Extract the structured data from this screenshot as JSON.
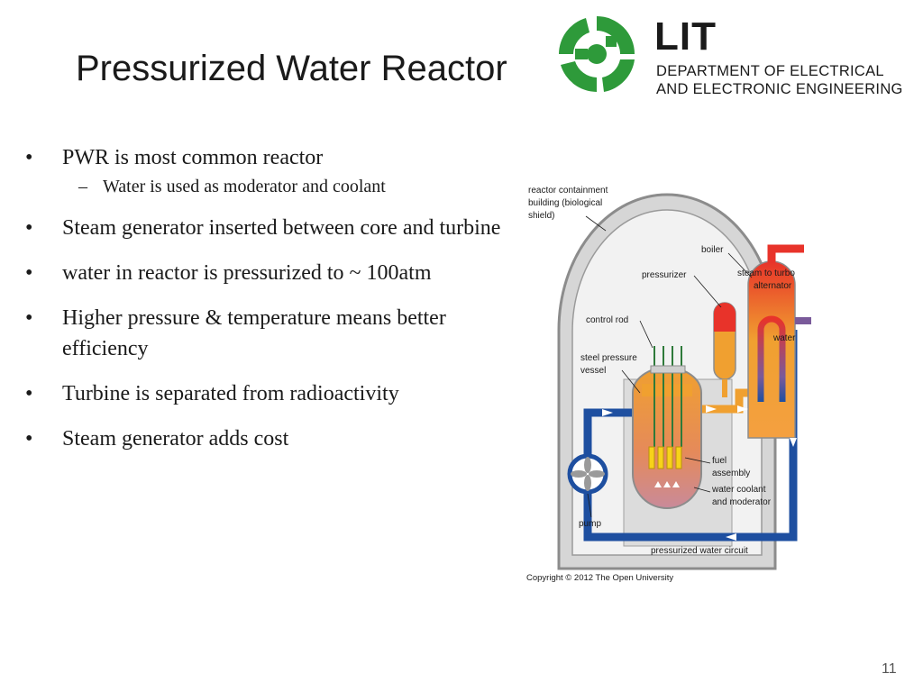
{
  "slide": {
    "title": "Pressurized Water Reactor",
    "page_number": "11"
  },
  "logo": {
    "brand": "LIT",
    "line1": "DEPARTMENT OF ELECTRICAL",
    "line2": "AND ELECTRONIC ENGINEERING",
    "green": "#2e9a3a"
  },
  "bullets": [
    {
      "text": "PWR is most common reactor",
      "sub": "Water is used as moderator and coolant"
    },
    {
      "text": "Steam generator inserted between core and turbine"
    },
    {
      "text": "water in reactor is pressurized to ~ 100atm"
    },
    {
      "text": "Higher pressure & temperature means better efficiency"
    },
    {
      "text": "Turbine is separated from radioactivity"
    },
    {
      "text": "Steam generator adds cost"
    }
  ],
  "diagram": {
    "labels": {
      "containment_1": "reactor containment",
      "containment_2": "building (biological",
      "containment_3": "shield)",
      "boiler": "boiler",
      "steam_1": "steam to turbo",
      "steam_2": "alternator",
      "pressurizer": "pressurizer",
      "control_rod": "control rod",
      "water": "water",
      "vessel_1": "steel pressure",
      "vessel_2": "vessel",
      "fuel_1": "fuel",
      "fuel_2": "assembly",
      "coolant_1": "water coolant",
      "coolant_2": "and moderator",
      "pump": "pump",
      "circuit": "pressurized water circuit"
    },
    "copyright": "Copyright © 2012 The Open University",
    "colors": {
      "hot": "#e03a2a",
      "warm": "#f0a030",
      "cold": "#1e4fa0",
      "shield": "#c8c8c8"
    }
  }
}
